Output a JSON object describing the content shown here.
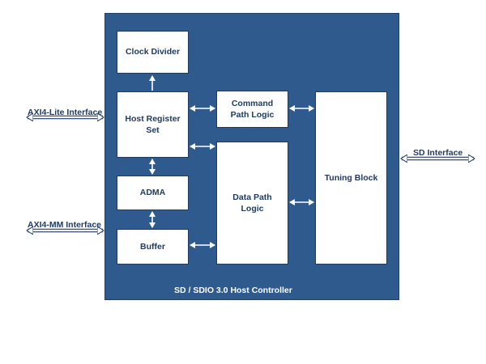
{
  "controller": {
    "title": "SD / SDIO 3.0 Host Controller"
  },
  "blocks": {
    "clock_divider": "Clock Divider",
    "host_register_set": "Host Register Set",
    "adma": "ADMA",
    "buffer": "Buffer",
    "command_path_logic": "Command Path Logic",
    "data_path_logic": "Data Path Logic",
    "tuning_block": "Tuning Block"
  },
  "interfaces": {
    "axi4_lite": "AXI4-Lite Interface",
    "axi4_mm": "AXI4-MM Interface",
    "sd": "SD Interface"
  },
  "colors": {
    "controller_fill": "#2f5a8e",
    "block_fill": "#ffffff",
    "text": "#1f3b63",
    "arrow_white": "#ffffff",
    "arrow_outline": "#1f3b63"
  }
}
